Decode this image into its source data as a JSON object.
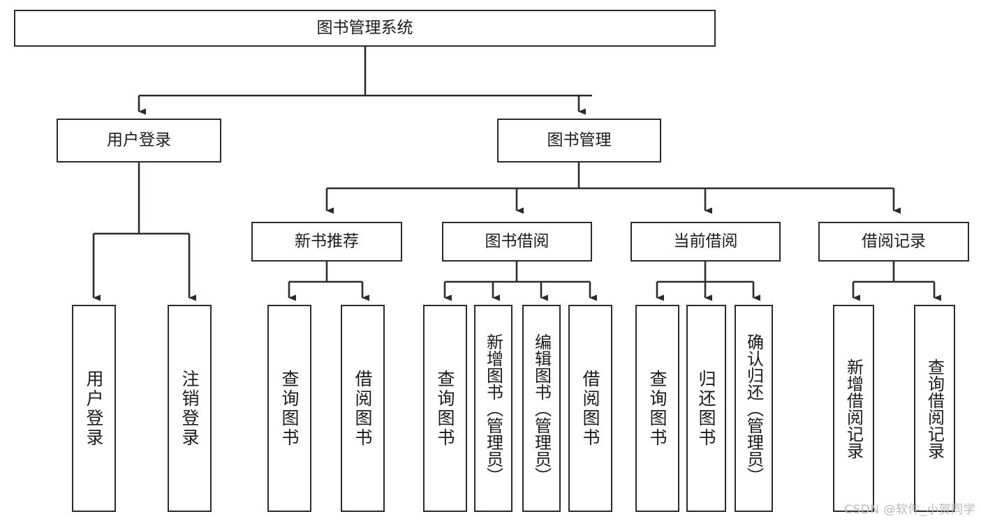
{
  "diagram": {
    "type": "tree",
    "title": "图书管理系统",
    "watermark": "CSDN @软件_小贺同学",
    "colors": {
      "box_border": "#2b2b2b",
      "box_fill": "#ffffff",
      "line": "#2b2b2b",
      "text": "#1b1b1b",
      "watermark": "#b9b9b9"
    },
    "nodes": {
      "root": {
        "label": "图书管理系统",
        "level": 0
      },
      "user_login": {
        "label": "用户登录",
        "level": 1
      },
      "book_manage": {
        "label": "图书管理",
        "level": 1
      },
      "new_book_rec": {
        "label": "新书推荐",
        "level": 2
      },
      "book_borrow": {
        "label": "图书借阅",
        "level": 2
      },
      "current_borrow": {
        "label": "当前借阅",
        "level": 2
      },
      "borrow_record": {
        "label": "借阅记录",
        "level": 2
      },
      "leaf_user_login": {
        "label": "用户登录",
        "level": 2
      },
      "leaf_logout": {
        "label": "注销登录",
        "level": 2
      },
      "leaf_query_book_1": {
        "label": "查询图书",
        "level": 3
      },
      "leaf_borrow_book_1": {
        "label": "借阅图书",
        "level": 3
      },
      "leaf_query_book_2": {
        "label": "查询图书",
        "level": 3
      },
      "leaf_add_book": {
        "label": "新增图书（管理员）",
        "level": 3
      },
      "leaf_edit_book": {
        "label": "编辑图书（管理员）",
        "level": 3
      },
      "leaf_borrow_book_2": {
        "label": "借阅图书",
        "level": 3
      },
      "leaf_query_book_3": {
        "label": "查询图书",
        "level": 3
      },
      "leaf_return_book": {
        "label": "归还图书",
        "level": 3
      },
      "leaf_confirm_return": {
        "label": "确认归还（管理员）",
        "level": 3
      },
      "leaf_add_record": {
        "label": "新增借阅记录",
        "level": 3
      },
      "leaf_query_record": {
        "label": "查询借阅记录",
        "level": 3
      }
    },
    "edges": [
      {
        "from": "root",
        "to": "user_login"
      },
      {
        "from": "root",
        "to": "book_manage"
      },
      {
        "from": "user_login",
        "to": "leaf_user_login"
      },
      {
        "from": "user_login",
        "to": "leaf_logout"
      },
      {
        "from": "book_manage",
        "to": "new_book_rec"
      },
      {
        "from": "book_manage",
        "to": "book_borrow"
      },
      {
        "from": "book_manage",
        "to": "current_borrow"
      },
      {
        "from": "book_manage",
        "to": "borrow_record"
      },
      {
        "from": "new_book_rec",
        "to": "leaf_query_book_1"
      },
      {
        "from": "new_book_rec",
        "to": "leaf_borrow_book_1"
      },
      {
        "from": "book_borrow",
        "to": "leaf_query_book_2"
      },
      {
        "from": "book_borrow",
        "to": "leaf_add_book"
      },
      {
        "from": "book_borrow",
        "to": "leaf_edit_book"
      },
      {
        "from": "book_borrow",
        "to": "leaf_borrow_book_2"
      },
      {
        "from": "current_borrow",
        "to": "leaf_query_book_3"
      },
      {
        "from": "current_borrow",
        "to": "leaf_return_book"
      },
      {
        "from": "current_borrow",
        "to": "leaf_confirm_return"
      },
      {
        "from": "borrow_record",
        "to": "leaf_add_record"
      },
      {
        "from": "borrow_record",
        "to": "leaf_query_record"
      }
    ]
  }
}
